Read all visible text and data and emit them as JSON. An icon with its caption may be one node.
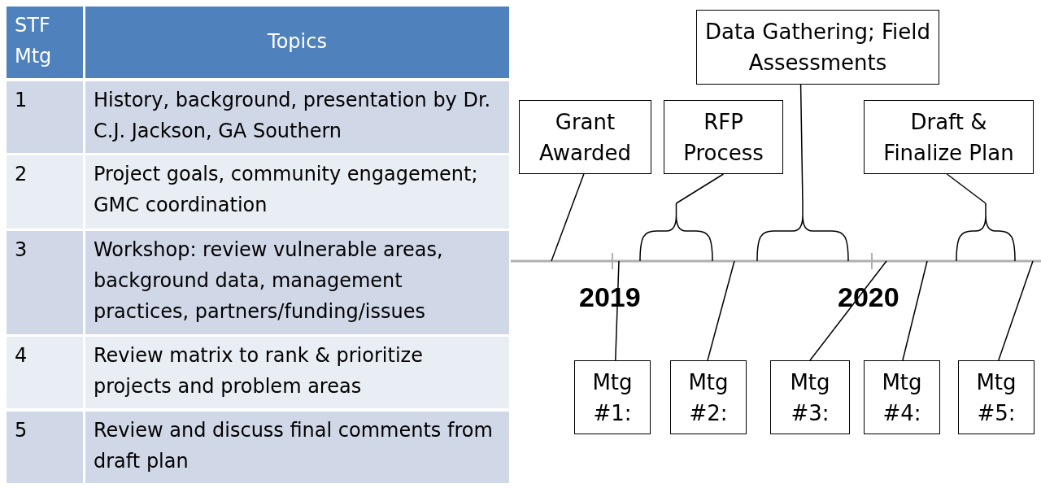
{
  "diagram": {
    "nodes": [
      {
        "text": [
          "Grant Awarded"
        ]
      },
      {
        "text": [
          "RFP Process"
        ]
      },
      {
        "text": [
          "Data Gathering; Field Assessments"
        ]
      },
      {
        "text": [
          "Draft & Finalize Plan"
        ]
      },
      {
        "text": [
          "Mtg #1:"
        ]
      },
      {
        "text": [
          "Mtg #2:"
        ]
      },
      {
        "text": [
          "Mtg #3:"
        ]
      },
      {
        "text": [
          "Mtg #4:"
        ]
      },
      {
        "text": [
          "Mtg #5:"
        ]
      },
      {
        "text": [],
        "shape": "brace"
      },
      {
        "text": [],
        "shape": "brace"
      },
      {
        "text": [],
        "shape": "brace"
      }
    ],
    "edges": [
      {
        "from": 0,
        "to": null,
        "arrow": "none"
      },
      {
        "from": 1,
        "to": 9,
        "arrow": "none"
      },
      {
        "from": 2,
        "to": 10,
        "arrow": "none"
      },
      {
        "from": 3,
        "to": 11,
        "arrow": "none"
      },
      {
        "from": 4,
        "to": null,
        "arrow": "none"
      },
      {
        "from": 5,
        "to": null,
        "arrow": "none"
      },
      {
        "from": 6,
        "to": null,
        "arrow": "none"
      },
      {
        "from": 7,
        "to": null,
        "arrow": "none"
      },
      {
        "from": 8,
        "to": null,
        "arrow": "none"
      }
    ],
    "labels": [
      "STF Mtg",
      "Topics",
      "1",
      "History, background, presentation by Dr. C.J. Jackson, GA Southern",
      "2",
      "Project goals, community engagement; GMC coordination",
      "3",
      "Workshop: review vulnerable areas, background data, management practices, partners/funding/issues",
      "4",
      "Review matrix to rank & prioritize projects and problem areas",
      "5",
      "Review and discuss final comments from draft plan",
      "2019",
      "2020"
    ]
  }
}
